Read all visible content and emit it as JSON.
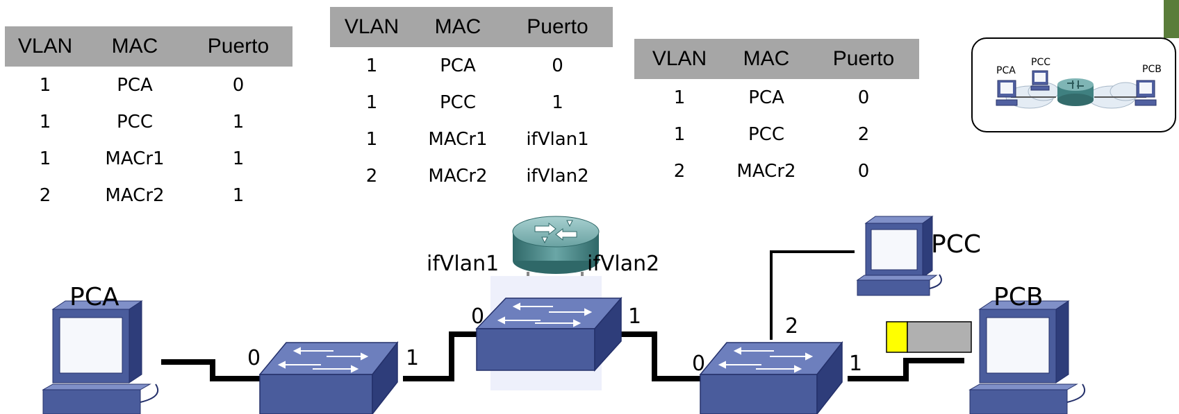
{
  "tables": {
    "left": {
      "headers": [
        "VLAN",
        "MAC",
        "Puerto"
      ],
      "rows": [
        [
          "1",
          "PCA",
          "0"
        ],
        [
          "1",
          "PCC",
          "1"
        ],
        [
          "1",
          "MACr1",
          "1"
        ],
        [
          "2",
          "MACr2",
          "1"
        ]
      ]
    },
    "middle": {
      "headers": [
        "VLAN",
        "MAC",
        "Puerto"
      ],
      "rows": [
        [
          "1",
          "PCA",
          "0"
        ],
        [
          "1",
          "PCC",
          "1"
        ],
        [
          "1",
          "MACr1",
          "ifVlan1"
        ],
        [
          "2",
          "MACr2",
          "ifVlan2"
        ]
      ]
    },
    "right": {
      "headers": [
        "VLAN",
        "MAC",
        "Puerto"
      ],
      "rows": [
        [
          "1",
          "PCA",
          "0"
        ],
        [
          "1",
          "PCC",
          "2"
        ],
        [
          "2",
          "MACr2",
          "0"
        ]
      ]
    }
  },
  "inset": {
    "labels": {
      "pca": "PCA",
      "pcc": "PCC",
      "pcb": "PCB"
    }
  },
  "diagram": {
    "hosts": {
      "pca": "PCA",
      "pcb": "PCB",
      "pcc": "PCC"
    },
    "router_interfaces": {
      "if1": "ifVlan1",
      "if2": "ifVlan2"
    },
    "ports": {
      "sw1_p0": "0",
      "sw1_p1": "1",
      "sw2_p0": "0",
      "sw2_p1": "1",
      "sw3_p0": "0",
      "sw3_p1": "1",
      "sw3_p2": "2"
    }
  },
  "colors": {
    "table_header": "#a6a6a6",
    "device_blue": "#4a5c9c",
    "router_teal": "#4a8c8c",
    "frame_yellow": "#ffff00",
    "frame_gray": "#b0b0b0"
  }
}
